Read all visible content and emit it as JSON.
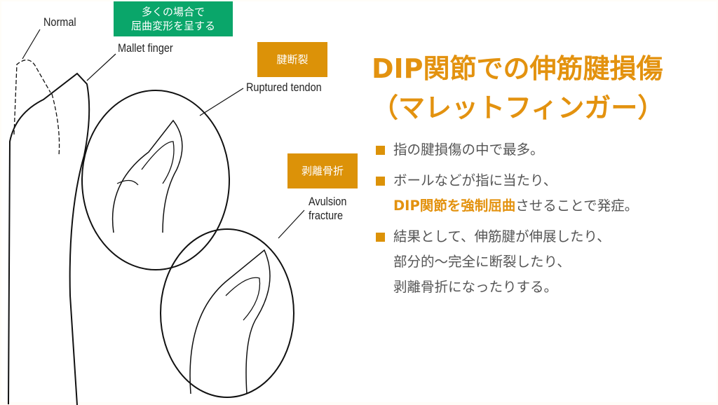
{
  "labels": {
    "normal": "Normal",
    "mallet": "Mallet finger",
    "ruptured": "Ruptured tendon",
    "avulsion_1": "Avulsion",
    "avulsion_2": "fracture"
  },
  "callouts": {
    "green_1": "多くの場合で",
    "green_2": "屈曲変形を呈する",
    "rupture": "腱断裂",
    "avulsion": "剥離骨折"
  },
  "title": {
    "line1": "DIP関節での伸筋腱損傷",
    "line2": "（マレットフィンガー）"
  },
  "bullets": [
    {
      "text": "指の腱損傷の中で最多。"
    },
    {
      "line1": "ボールなどが指に当たり、",
      "highlight": "DIP関節を強制屈曲",
      "rest": "させることで発症。"
    },
    {
      "line1": "結果として、伸筋腱が伸展したり、",
      "line2": "部分的～完全に断裂したり、",
      "line3": "剥離骨折になったりする。"
    }
  ],
  "colors": {
    "accent": "#e3920f",
    "green": "#0aa66a",
    "callout": "#dc9208"
  }
}
